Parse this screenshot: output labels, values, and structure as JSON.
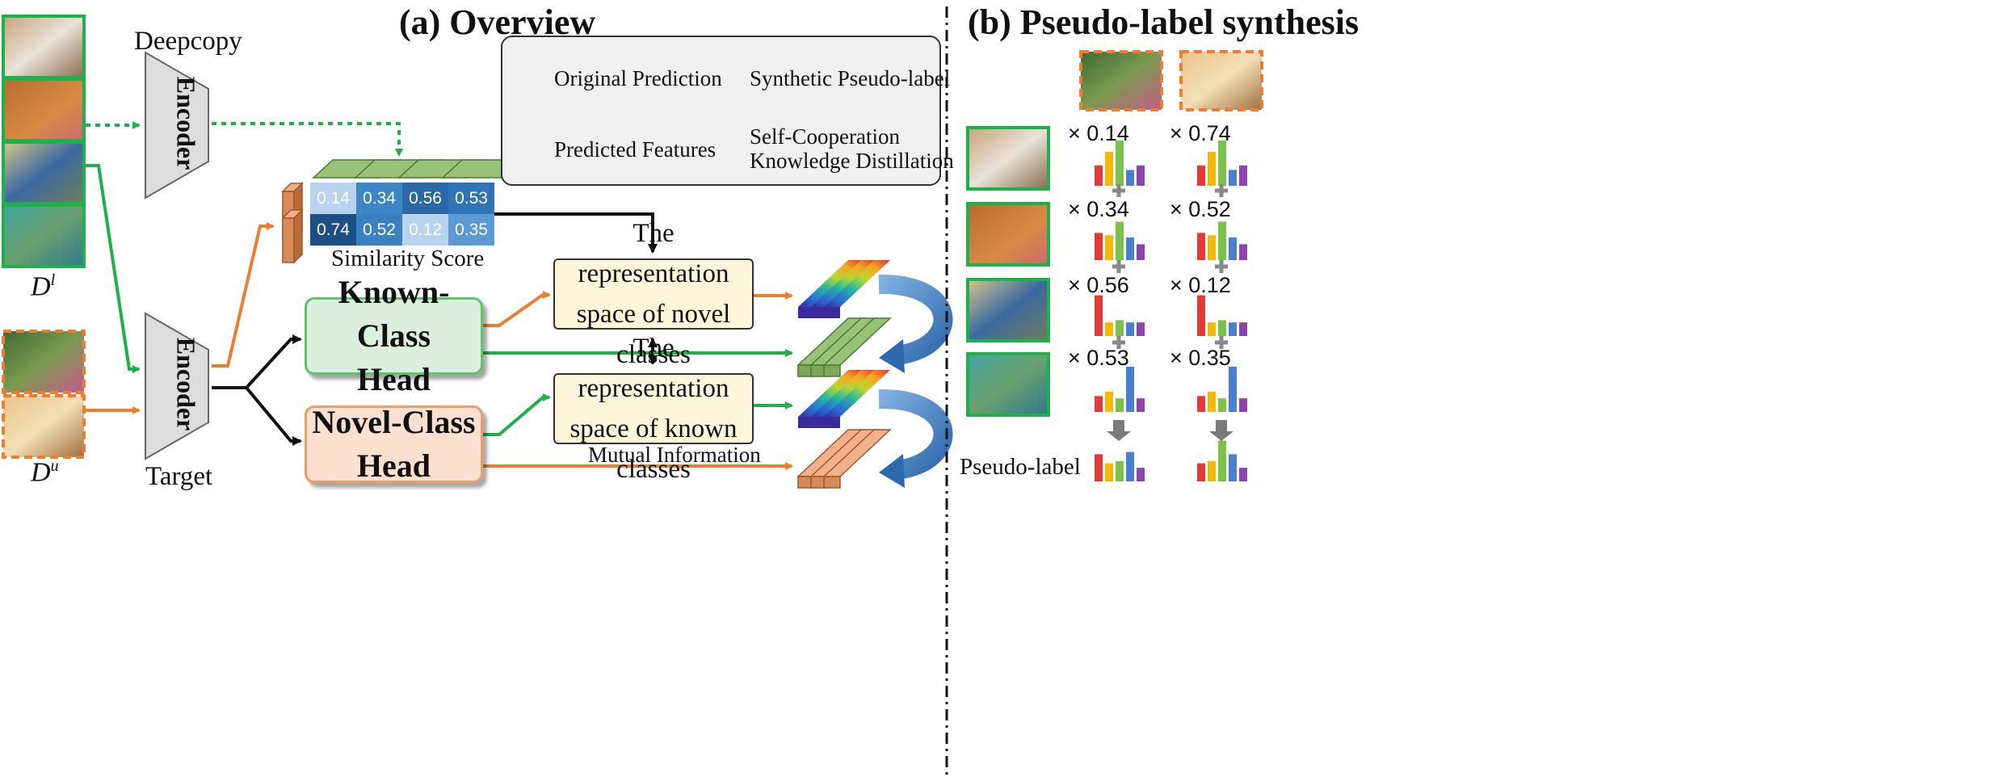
{
  "overview": {
    "title": "(a) Overview",
    "deepcopy_label": "Deepcopy",
    "target_label": "Target",
    "encoder_top": "Encoder",
    "encoder_bottom": "Encoder",
    "dl_label": "D",
    "dl_sup": "l",
    "du_label": "D",
    "du_sup": "u",
    "similarity_label": "Similarity Score",
    "similarity_scores": [
      [
        "0.14",
        "0.34",
        "0.56",
        "0.53"
      ],
      [
        "0.74",
        "0.52",
        "0.12",
        "0.35"
      ]
    ],
    "known_head": [
      "Known-Class",
      "Head"
    ],
    "novel_head": [
      "Novel-Class",
      "Head"
    ],
    "rep_novel": [
      "The representation",
      "space of novel classes"
    ],
    "rep_known": [
      "The representation",
      "space of known classes"
    ],
    "mutual_info": "Mutual Information",
    "legend": {
      "original_prediction": "Original Prediction",
      "synthetic_pseudo_label": "Synthetic Pseudo-label",
      "predicted_features": "Predicted Features",
      "self_coop_line1": "Self-Cooperation",
      "self_coop_line2": "Knowledge Distillation"
    },
    "colors": {
      "green_arrow": "#1db04b",
      "orange_arrow": "#ec7d31",
      "known_fill": "#dcefdc",
      "novel_fill": "#fbe0cf",
      "rep_fill": "#fff5db",
      "distill_arrow": "#4a86c2"
    }
  },
  "synthesis": {
    "title": "(b) Pseudo-label synthesis",
    "pseudo_label": "Pseudo-label",
    "weights": [
      [
        "× 0.14",
        "× 0.74"
      ],
      [
        "× 0.34",
        "× 0.52"
      ],
      [
        "× 0.56",
        "× 0.12"
      ],
      [
        "× 0.53",
        "× 0.35"
      ]
    ]
  },
  "images": {
    "labeled": [
      "cat-image",
      "orange-cat-image",
      "bird-image",
      "turtle-image"
    ],
    "unlabeled": [
      "flower-image",
      "dog-image"
    ]
  }
}
